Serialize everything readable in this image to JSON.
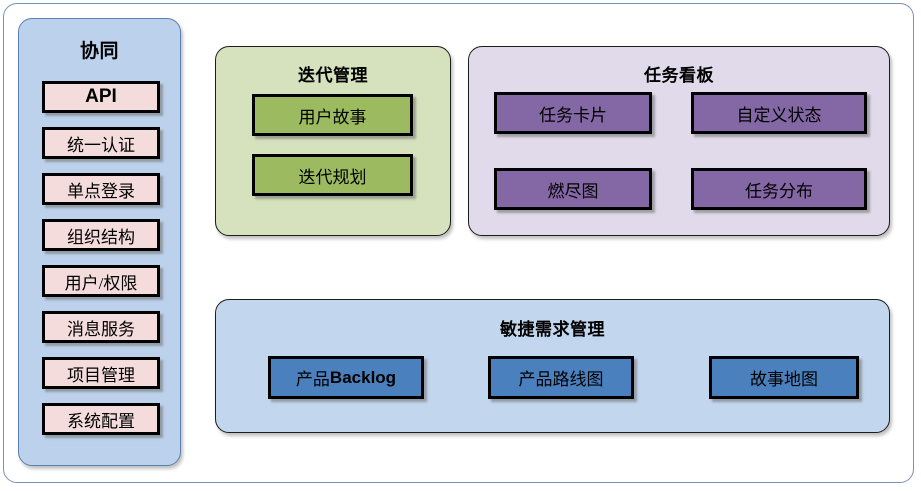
{
  "diagram": {
    "title_font_color": "#000000",
    "panels": {
      "sidebar": {
        "title": "协同",
        "bg": "#bcd2ec",
        "items": [
          {
            "label": "API"
          },
          {
            "label": "统一认证"
          },
          {
            "label": "单点登录"
          },
          {
            "label": "组织结构"
          },
          {
            "label": "用户/权限"
          },
          {
            "label": "消息服务"
          },
          {
            "label": "项目管理"
          },
          {
            "label": "系统配置"
          }
        ]
      },
      "iteration": {
        "title": "迭代管理",
        "bg": "#d6e2bd",
        "box_bg": "#9cbb61",
        "items": [
          {
            "label": "用户故事"
          },
          {
            "label": "迭代规划"
          }
        ]
      },
      "taskboard": {
        "title": "任务看板",
        "bg": "#e0daea",
        "box_bg": "#8467a5",
        "items": [
          {
            "label": "任务卡片"
          },
          {
            "label": "自定义状态"
          },
          {
            "label": "燃尽图"
          },
          {
            "label": "任务分布"
          }
        ]
      },
      "requirements": {
        "title": "敏捷需求管理",
        "bg": "#c2d6ee",
        "box_bg": "#4a80bd",
        "items": [
          {
            "label_cn": "产品",
            "label_en": "Backlog"
          },
          {
            "label": "产品路线图"
          },
          {
            "label": "故事地图"
          }
        ]
      }
    }
  }
}
